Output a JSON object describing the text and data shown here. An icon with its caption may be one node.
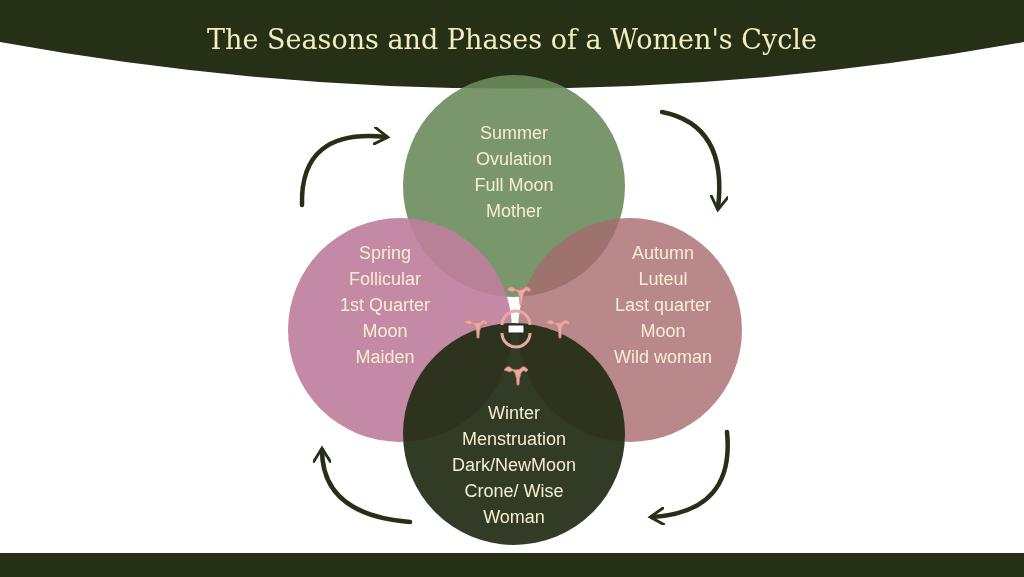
{
  "diagram": {
    "title": "The Seasons and Phases of a Women's Cycle",
    "nodes": [
      {
        "text": [
          "Summer",
          "Ovulation",
          "Full Moon",
          "Mother"
        ]
      },
      {
        "text": [
          "Spring",
          "Follicular",
          "1st Quarter Moon",
          "Maiden"
        ]
      },
      {
        "text": [
          "Autumn",
          "Luteul",
          "Last quarter Moon",
          "Wild woman"
        ]
      },
      {
        "text": [
          "Winter",
          "Menstruation",
          "Dark/NewMoon",
          "Crone/ Wise Woman"
        ]
      }
    ],
    "edges": [
      {
        "from": 1,
        "to": 0,
        "arrow": "to"
      },
      {
        "from": 0,
        "to": 2,
        "arrow": "to"
      },
      {
        "from": 2,
        "to": 3,
        "arrow": "to"
      },
      {
        "from": 3,
        "to": 1,
        "arrow": "to"
      }
    ]
  }
}
